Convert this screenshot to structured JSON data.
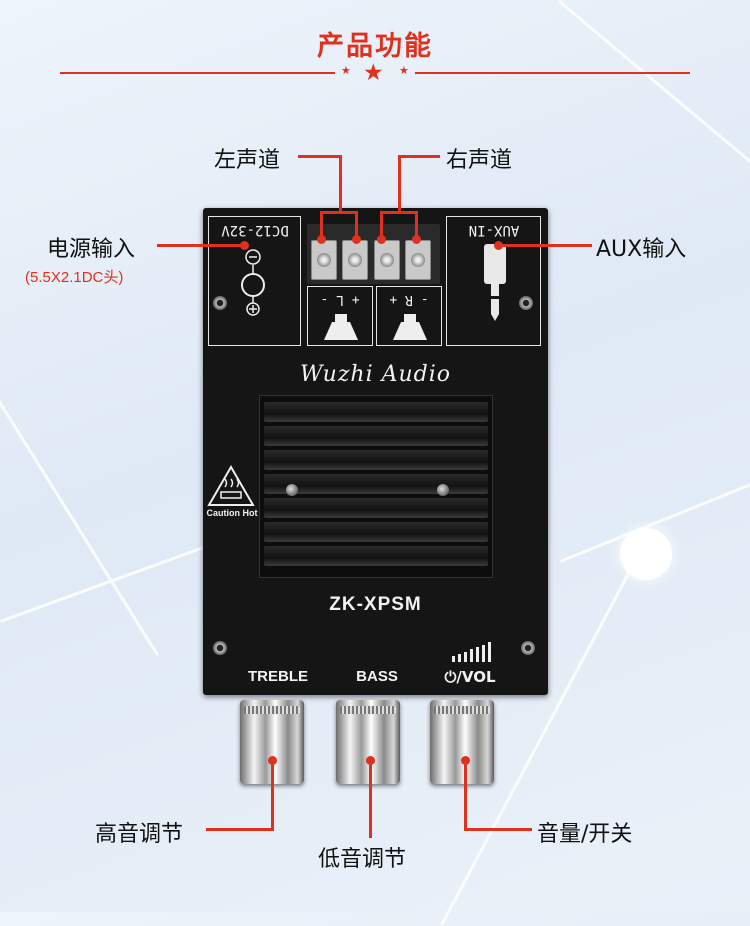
{
  "header": {
    "title": "产品功能"
  },
  "board": {
    "dc_label": "DC12-32V",
    "aux_label": "AUX-IN",
    "left_channel_label": "+ L -",
    "right_channel_label": "- R +",
    "brand": "Wuzhi Audio",
    "model": "ZK-XPSM",
    "caution": "Caution Hot",
    "knob_labels": {
      "treble": "TREBLE",
      "bass": "BASS",
      "vol": "⏻/VOL"
    }
  },
  "callouts": {
    "left_channel": "左声道",
    "right_channel": "右声道",
    "power_input": "电源输入",
    "power_spec": "(5.5X2.1DC头)",
    "aux_input": "AUX输入",
    "treble_adjust": "高音调节",
    "bass_adjust": "低音调节",
    "volume_switch": "音量/开关"
  },
  "colors": {
    "accent": "#e0301e",
    "board": "#151515"
  }
}
